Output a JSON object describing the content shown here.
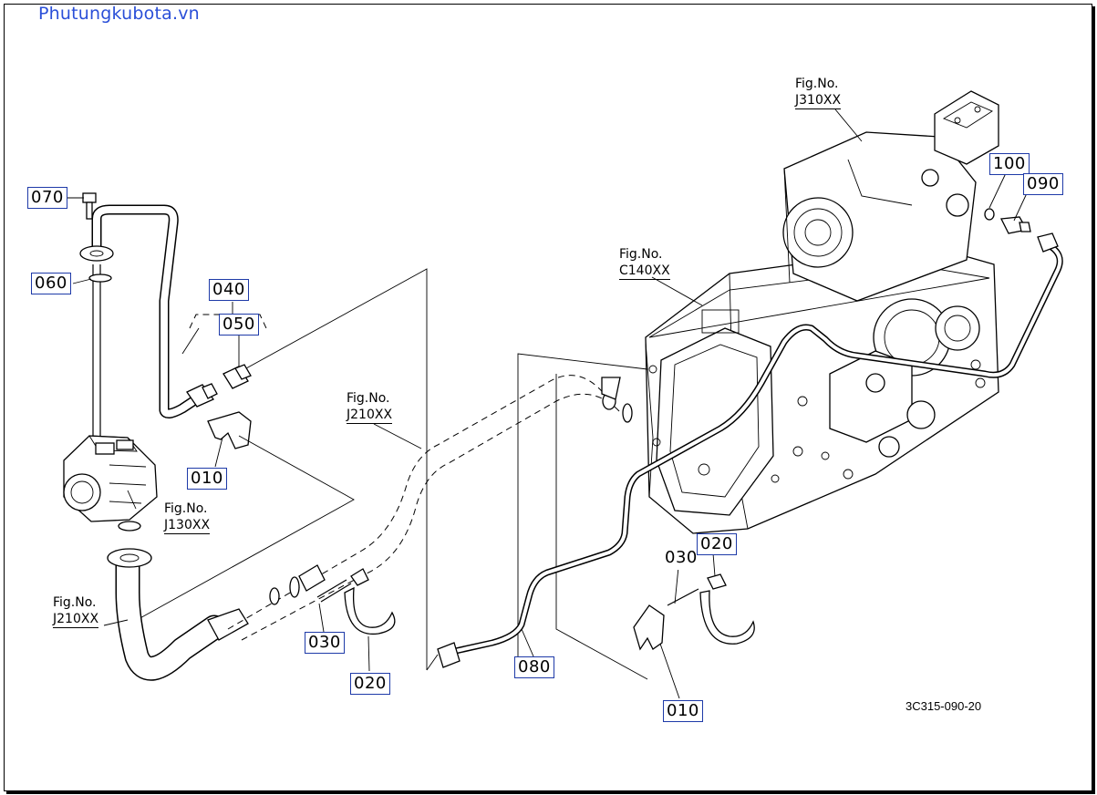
{
  "watermark": "Phutungkubota.vn",
  "drawing_code": "3C315-090-20",
  "part_labels": {
    "p070": "070",
    "p060": "060",
    "p040": "040",
    "p050": "050",
    "p010_upper": "010",
    "p030_lower": "030",
    "p020_lower": "020",
    "p080": "080",
    "p030_right": "030",
    "p020_right": "020",
    "p010_lower": "010",
    "p100": "100",
    "p090": "090"
  },
  "fig_refs": {
    "j310": {
      "line1": "Fig.No.",
      "line2": "J310XX"
    },
    "c140": {
      "line1": "Fig.No.",
      "line2": "C140XX"
    },
    "j210_mid": {
      "line1": "Fig.No.",
      "line2": "J210XX"
    },
    "j130": {
      "line1": "Fig.No.",
      "line2": "J130XX"
    },
    "j210_left": {
      "line1": "Fig.No.",
      "line2": "J210XX"
    }
  }
}
